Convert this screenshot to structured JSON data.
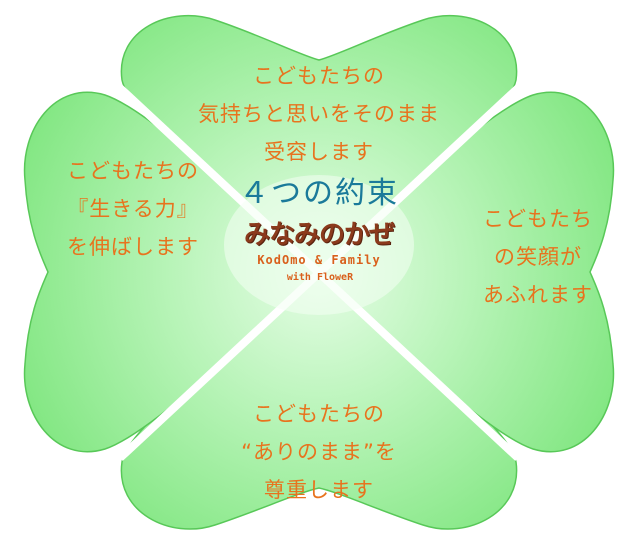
{
  "colors": {
    "petal_light": "#d8fcd8",
    "petal_mid": "#a6f0a6",
    "petal_dark": "#7ce47c",
    "stroke": "#58c858",
    "text": "#e8731e",
    "title": "#1a7a9a",
    "logo": "#8b3a1c"
  },
  "petals": {
    "top": [
      "こどもたちの",
      "気持ちと思いをそのまま",
      "受容します"
    ],
    "left": [
      "こどもたちの",
      "『生きる力』",
      "を伸ばします"
    ],
    "right": [
      "こどもたち",
      "の笑顔が",
      "あふれます"
    ],
    "bottom": [
      "こどもたちの",
      "“ありのまま”を",
      "尊重します"
    ]
  },
  "center": {
    "title": "４つの約束",
    "logo_main": "みなみのかぜ",
    "logo_sub1": "KodOmo & Family",
    "logo_sub2": "with FloweR"
  }
}
